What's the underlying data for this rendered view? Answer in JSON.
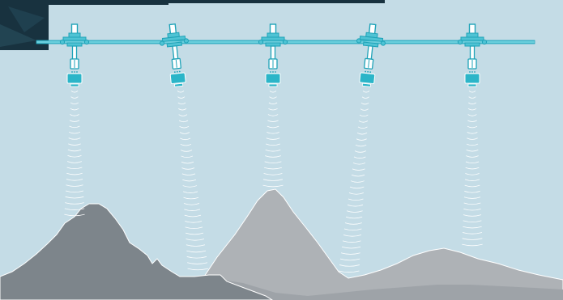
{
  "diagram": {
    "colors": {
      "sky": "#c4dce6",
      "dark_corner": "#1a3a4a",
      "rail": "#4fc3d4",
      "rail_outline": "#1fa3b8",
      "sensor_body": "#2bb5c8",
      "beam": "#ffffff",
      "mountain_back": "#aeb2b6",
      "mountain_front": "#7d858b",
      "ground": "#9ea3a8",
      "ridge_line": "#ffffff"
    },
    "icons": [
      "sensor-head-icon",
      "beam-wave-icon"
    ],
    "units": [
      {
        "name": "unit-1",
        "tilt": "vertical"
      },
      {
        "name": "unit-2",
        "tilt": "angled"
      },
      {
        "name": "unit-3",
        "tilt": "vertical"
      },
      {
        "name": "unit-4",
        "tilt": "angled"
      },
      {
        "name": "unit-5",
        "tilt": "vertical"
      }
    ]
  }
}
